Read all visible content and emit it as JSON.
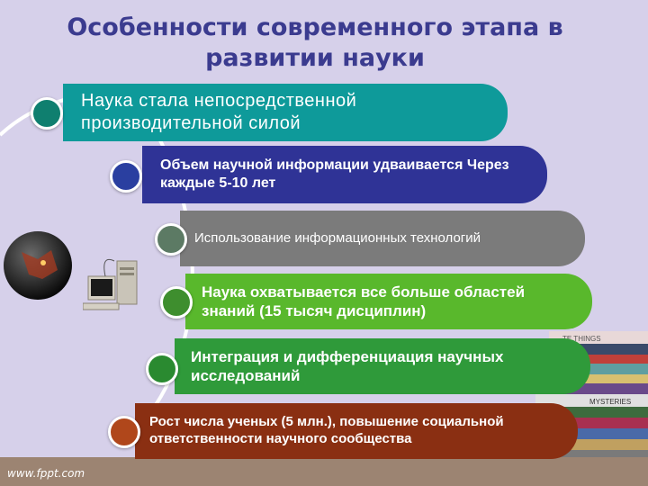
{
  "title": "Особенности современного этапа в развитии науки",
  "items": [
    {
      "text": "Наука стала непосредственной производительной силой",
      "color": "#0e9a9a",
      "bullet": "#0f7f6f"
    },
    {
      "text": "Объем научной информации удваивается Через каждые 5-10 лет",
      "color": "#2f3396",
      "bullet": "#2a3fa0"
    },
    {
      "text": "Использование информационных технологий",
      "color": "#7b7b7b",
      "bullet": "#5c7a64"
    },
    {
      "text": "Наука охватывается все больше областей знаний (15 тысяч дисциплин)",
      "color": "#59b82c",
      "bullet": "#3e8e2e"
    },
    {
      "text": "Интеграция и дифференциация научных исследований",
      "color": "#2f9a3a",
      "bullet": "#2a8a30"
    },
    {
      "text": "Рост числа ученых (5 млн.), повышение социальной ответственности научного сообщества",
      "color": "#8a2f12",
      "bullet": "#b0471b"
    }
  ],
  "books": {
    "spine1": "TE THINGS",
    "spine2": "MYSTERIES"
  },
  "footer": "www.fppt.com"
}
